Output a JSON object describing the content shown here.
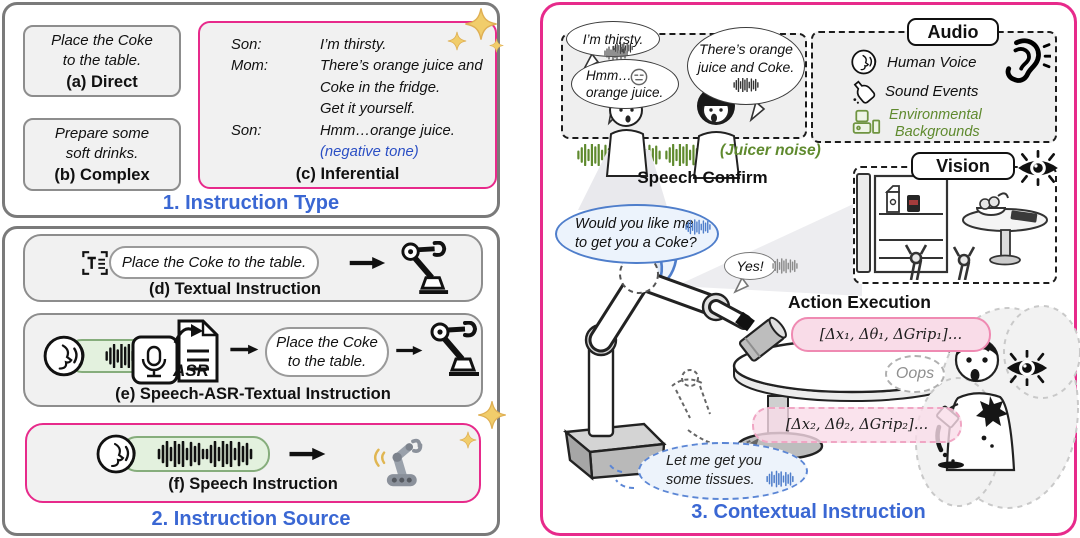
{
  "colors": {
    "accent_pink": "#e72a8b",
    "title_blue": "#3a67d3",
    "tone_blue": "#2b4fc4",
    "green": "#5f8a2e",
    "sparkle_gold": "#f1cd6b"
  },
  "icons": {
    "sparkles-icon": "four-point star cluster",
    "text-scan-icon": "text inside scan brackets",
    "speaking-head-icon": "profile face with sound arcs",
    "waveform-icon": "audio waveform bars",
    "asr-icon": "microphone box with document",
    "robot-arm-icon": "robot manipulator line art",
    "mobile-robot-icon": "gray robot arm on wheeled base",
    "arrow-right-icon": "solid right arrow",
    "ear-icon": "listening ear with sound dashes",
    "eye-icon": "observing eye with rays",
    "bottle-pour-icon": "pouring bottle",
    "juicer-icon": "juicer appliance",
    "neutral-face-icon": "unamused emoticon"
  },
  "panel_type": {
    "title": "1. Instruction Type",
    "direct": {
      "lines": [
        "Place the Coke",
        "to the table."
      ],
      "label": "(a) Direct"
    },
    "complex": {
      "lines": [
        "Prepare some",
        "soft drinks."
      ],
      "label": "(b) Complex"
    },
    "inferential": {
      "label": "(c) Inferential",
      "dialogue": [
        {
          "speaker": "Son:",
          "text": "I’m thirsty."
        },
        {
          "speaker": "Mom:",
          "text": "There’s orange juice and"
        },
        {
          "speaker": "",
          "text": "Coke in the fridge."
        },
        {
          "speaker": "",
          "text": "Get it yourself."
        },
        {
          "speaker": "Son:",
          "text": "Hmm…orange juice."
        },
        {
          "speaker": "",
          "text": "(negative tone)"
        }
      ]
    }
  },
  "panel_source": {
    "title": "2. Instruction Source",
    "textual": {
      "pill": "Place the Coke to the table.",
      "label": "(d) Textual Instruction"
    },
    "asr": {
      "badge": "ASR",
      "pill_lines": [
        "Place the Coke",
        "to the table."
      ],
      "label": "(e) Speech-ASR-Textual Instruction"
    },
    "speech": {
      "label": "(f) Speech Instruction"
    }
  },
  "panel_context": {
    "title": "3. Contextual Instruction",
    "scene_bubbles": {
      "son_first": "I’m thirsty.",
      "son_second_lines": [
        "Hmm…",
        "orange juice."
      ],
      "mom_lines": [
        "There’s orange",
        "juice and Coke."
      ]
    },
    "audio": {
      "title": "Audio",
      "human_voice": "Human Voice",
      "sound_events": "Sound Events",
      "environmental_lines": [
        "Environmental",
        "Backgrounds"
      ]
    },
    "juicer_note": "(Juicer noise)",
    "speech_confirm": "Speech Confirm",
    "vision": {
      "title": "Vision"
    },
    "robot_bubble_lines": [
      "Would you like me",
      "to get you a Coke?"
    ],
    "yes_bubble": "Yes!",
    "action": {
      "title": "Action Execution",
      "step1": "[Δx₁, Δθ₁, ΔGrip₁]…",
      "step2": "[Δx₂, Δθ₂, ΔGrip₂]…"
    },
    "tissues_lines": [
      "Let me get you",
      "some tissues."
    ],
    "oops": "Oops"
  }
}
